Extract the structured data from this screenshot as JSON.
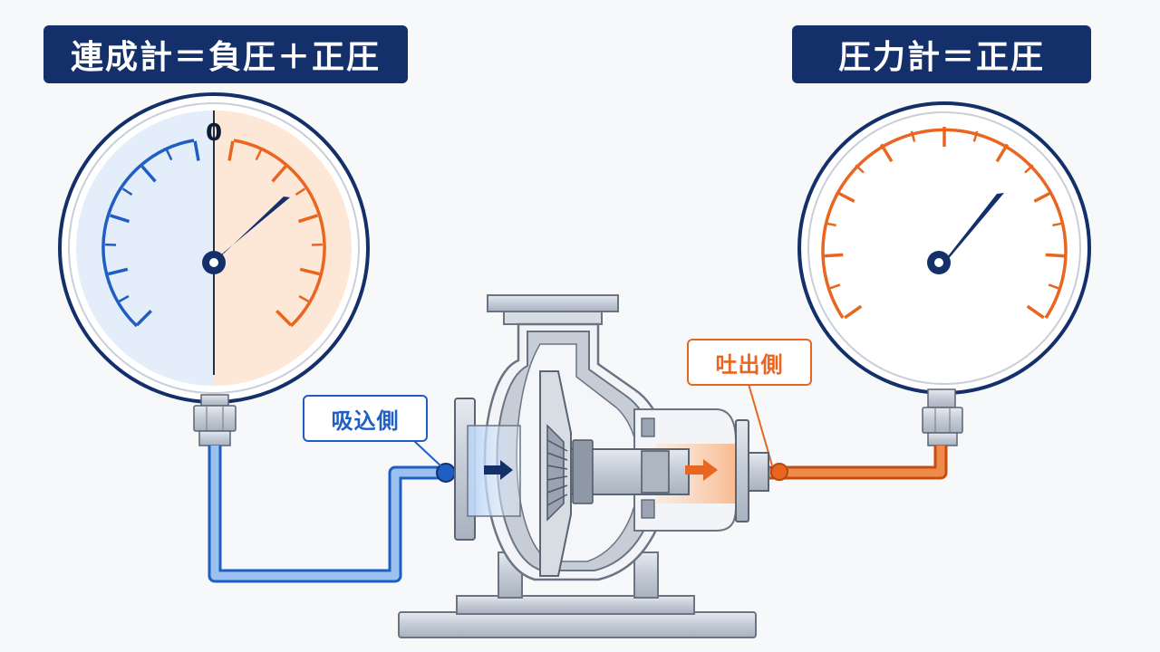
{
  "titles": {
    "compound_gauge": "連成計＝負圧＋正圧",
    "pressure_gauge": "圧力計＝正圧"
  },
  "labels": {
    "suction_side": "吸込側",
    "discharge_side": "吐出側",
    "zero_mark": "0"
  },
  "colors": {
    "navy": "#13306a",
    "suction_blue": "#1f5fc4",
    "discharge_orange": "#e8661f",
    "negative_fill": "#e4eefb",
    "positive_fill": "#fde8d8",
    "steel": "#c9d0da"
  }
}
